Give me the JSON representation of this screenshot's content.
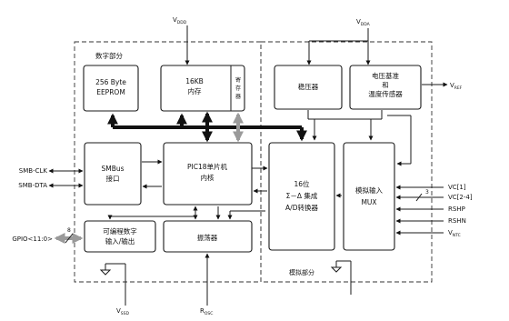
{
  "sections": {
    "digital": "数字部分",
    "analog": "模拟部分"
  },
  "blocks": {
    "eeprom": [
      "256 Byte",
      "EEPROM"
    ],
    "ram": [
      "16KB",
      "内存"
    ],
    "register": [
      "寄",
      "存",
      "器"
    ],
    "regulator": "稳压器",
    "vref_temp": [
      "电压基准",
      "和",
      "温度传感器"
    ],
    "smbus": [
      "SMBus",
      "接口"
    ],
    "mcu": [
      "PIC18单片机",
      "内核"
    ],
    "adc": [
      "16位",
      "Σ－Δ 集成",
      "A/D转换器"
    ],
    "mux": [
      "模拟输入",
      "MUX"
    ],
    "gpio": [
      "可编程数字",
      "输入/输出"
    ],
    "oscillator": "振荡器"
  },
  "pins": {
    "vdd_main": "V",
    "vdd_main_sub": "DDD",
    "vdd_analog": "V",
    "vdd_analog_sub": "DDA",
    "vref_out": "V",
    "vref_out_sub": "REF",
    "vss_digital": "V",
    "vss_digital_sub": "SSD",
    "rosc": "R",
    "rosc_sub": "OSC",
    "vc1": "VC[1]",
    "vc2_4": "VC[2-4]",
    "rshp": "RSHP",
    "rshn": "RSHN",
    "vntc": "V",
    "vntc_sub": "NTC",
    "smb_clk": "SMB-CLK",
    "smb_dta": "SMB-DTA",
    "gpio_port": "GPIO<11:0>",
    "gpio_width": "8",
    "vc_width": "3"
  }
}
